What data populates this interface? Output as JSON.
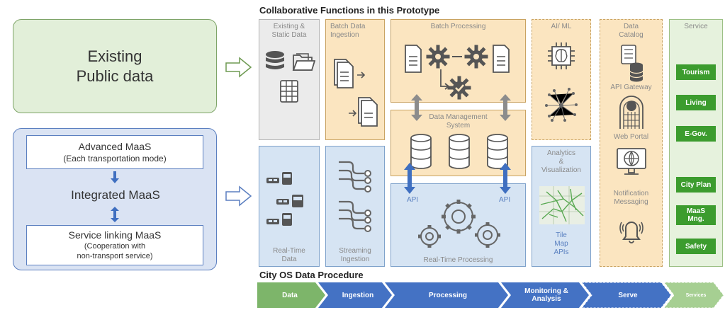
{
  "left": {
    "public_data": {
      "line1": "Existing",
      "line2": "Public data"
    },
    "maas": {
      "advanced_title": "Advanced MaaS",
      "advanced_sub": "(Each transportation mode)",
      "integrated": "Integrated MaaS",
      "service_title": "Service linking MaaS",
      "service_sub1": "(Cooperation with",
      "service_sub2": "non-transport service)"
    }
  },
  "prototype": {
    "title": "Collaborative Functions in this Prototype",
    "existing_static": {
      "line1": "Existing &",
      "line2": "Static Data"
    },
    "batch_ingestion": {
      "line1": "Batch Data",
      "line2": "Ingestion"
    },
    "batch_processing": "Batch Processing",
    "ai_ml": "AI/ ML",
    "data_catalog": {
      "line1": "Data",
      "line2": "Catalog"
    },
    "api_gateway": "API Gateway",
    "web_portal": "Web Portal",
    "notification": {
      "line1": "Notification",
      "line2": "Messaging"
    },
    "service_header": "Service",
    "dms": {
      "line1": "Data Management",
      "line2": "System"
    },
    "api_left": "API",
    "api_right": "API",
    "analytics": {
      "line1": "Analytics",
      "line2": "&",
      "line3": "Visualization"
    },
    "tile": {
      "line1": "Tile",
      "line2": "Map",
      "line3": "APIs"
    },
    "realtime_data": {
      "line1": "Real-Time",
      "line2": "Data"
    },
    "streaming": {
      "line1": "Streaming",
      "line2": "Ingestion"
    },
    "realtime_processing": "Real-Time Processing",
    "services": [
      {
        "line1": "Tourism",
        "line2": ""
      },
      {
        "line1": "Living",
        "line2": ""
      },
      {
        "line1": "E-Gov.",
        "line2": ""
      },
      {
        "line1": "City Plan",
        "line2": ""
      },
      {
        "line1": "MaaS",
        "line2": "Mng."
      },
      {
        "line1": "Safety",
        "line2": ""
      }
    ]
  },
  "procedure": {
    "title": "City OS Data Procedure",
    "stages": [
      {
        "line1": "Data",
        "line2": ""
      },
      {
        "line1": "Ingestion",
        "line2": ""
      },
      {
        "line1": "Processing",
        "line2": ""
      },
      {
        "line1": "Monitoring &",
        "line2": "Analysis"
      },
      {
        "line1": "Serve",
        "line2": ""
      },
      {
        "line1": "Services",
        "line2": ""
      }
    ]
  },
  "colors": {
    "green_box": "#e2efd9",
    "blue_box": "#dae3f3",
    "service_green": "#3c9c2e",
    "stage_blue": "#4472c4",
    "stage_green": "#7db56a",
    "arrow_blue": "#3f6fc0",
    "arrow_grey": "#8c8c8c"
  }
}
